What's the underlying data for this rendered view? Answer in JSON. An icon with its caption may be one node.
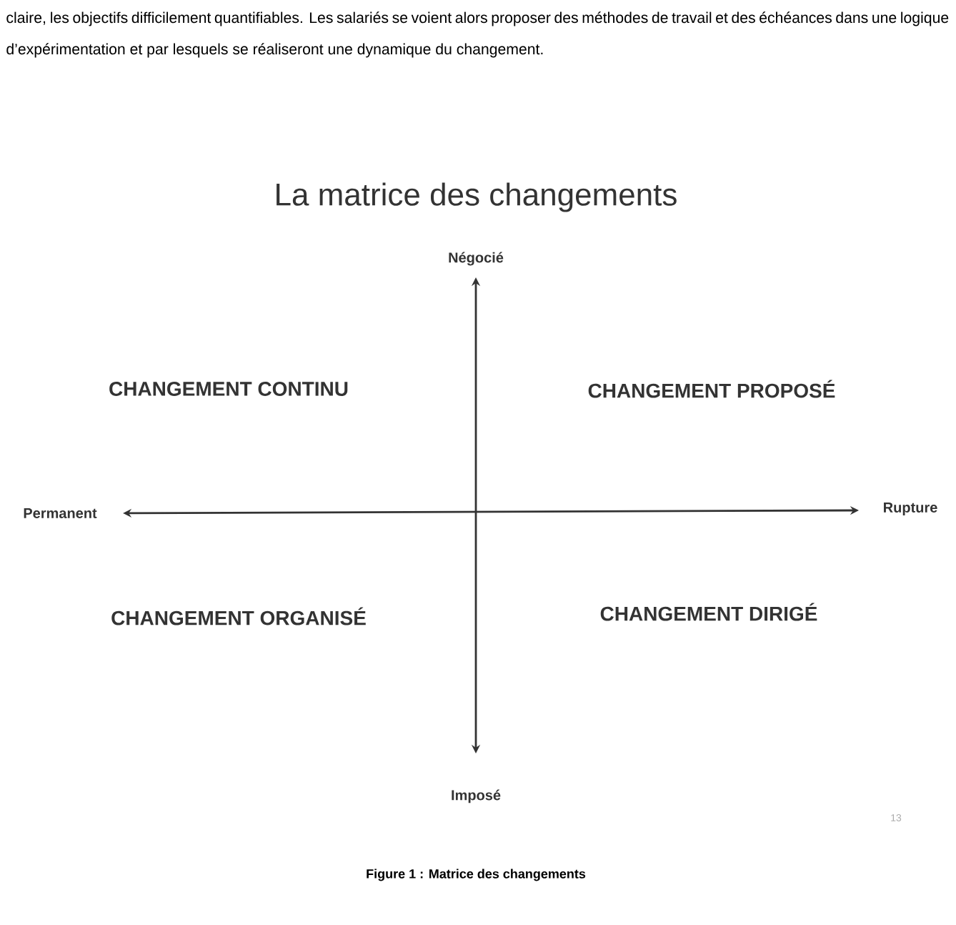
{
  "diagram": {
    "title": "La matrice des changements",
    "caption": "Figure 1 : Matrice des changements",
    "labels": [
      "claire, les objectifs difficilement quantifiables. Les salariés se voient alors proposer des méthodes de travail et des échéances dans une logique d’expérimentation et par lesquels se réaliseront une dynamique du changement.",
      "Négocié",
      "CHANGEMENT CONTINU",
      "CHANGEMENT PROPOSÉ",
      "Permanent",
      "Rupture",
      "CHANGEMENT ORGANISÉ",
      "CHANGEMENT DIRIGÉ",
      "Imposé",
      "13"
    ]
  }
}
